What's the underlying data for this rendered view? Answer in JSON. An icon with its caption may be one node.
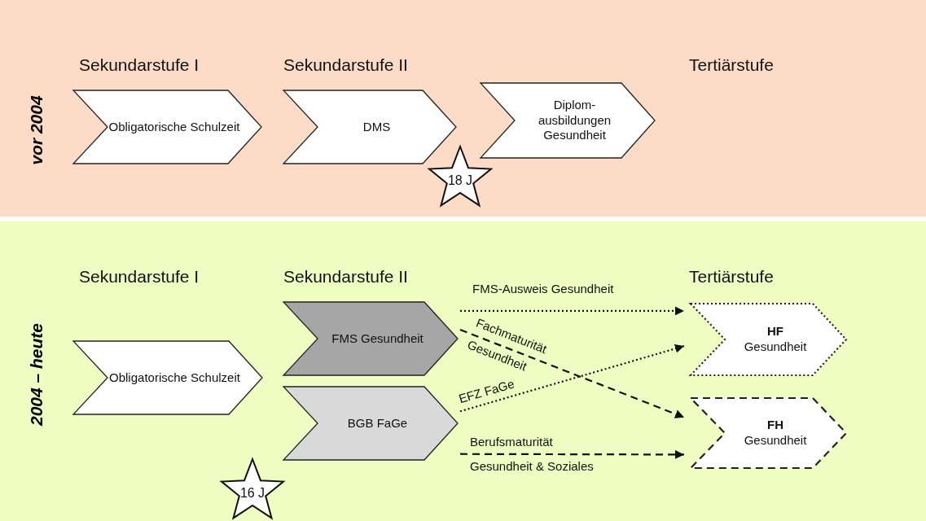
{
  "diagram": {
    "nodes": [
      {
        "text": [
          "vor 2004"
        ]
      },
      {
        "text": [
          "Obligatorische Schulzeit"
        ],
        "in": 0
      },
      {
        "text": [
          "DMS"
        ],
        "in": 0
      },
      {
        "text": [
          "Diplom- ausbildungen Gesundheit"
        ],
        "in": 0
      },
      {
        "text": [
          "18 J"
        ],
        "in": 0
      },
      {
        "text": [
          "2004 – heute"
        ]
      },
      {
        "text": [
          "Obligatorische Schulzeit"
        ],
        "in": 5
      },
      {
        "text": [
          "FMS Gesundheit"
        ],
        "in": 5
      },
      {
        "text": [
          "BGB FaGe"
        ],
        "in": 5
      },
      {
        "text": [
          "HF",
          "Gesundheit"
        ],
        "in": 5
      },
      {
        "text": [
          "FH",
          "Gesundheit"
        ],
        "in": 5
      },
      {
        "text": [
          "16 J"
        ],
        "in": 5
      }
    ],
    "edges": [
      {
        "from": 7,
        "to": 9,
        "arrow": "to",
        "label": "FMS-Ausweis Gesundheit"
      },
      {
        "from": 7,
        "to": 10,
        "arrow": "to",
        "label": "Fachmaturität Gesundheit",
        "style": "dashed"
      },
      {
        "from": 8,
        "to": 9,
        "arrow": "to",
        "label": "EFZ FaGe"
      },
      {
        "from": 8,
        "to": 10,
        "arrow": "to",
        "label": "Berufsmaturität Gesundheit & Soziales",
        "style": "dashed"
      }
    ],
    "labels": [
      "Sekundarstufe I",
      "Sekundarstufe II",
      "Tertiärstufe",
      "Sekundarstufe I",
      "Sekundarstufe II",
      "Tertiärstufe"
    ]
  }
}
